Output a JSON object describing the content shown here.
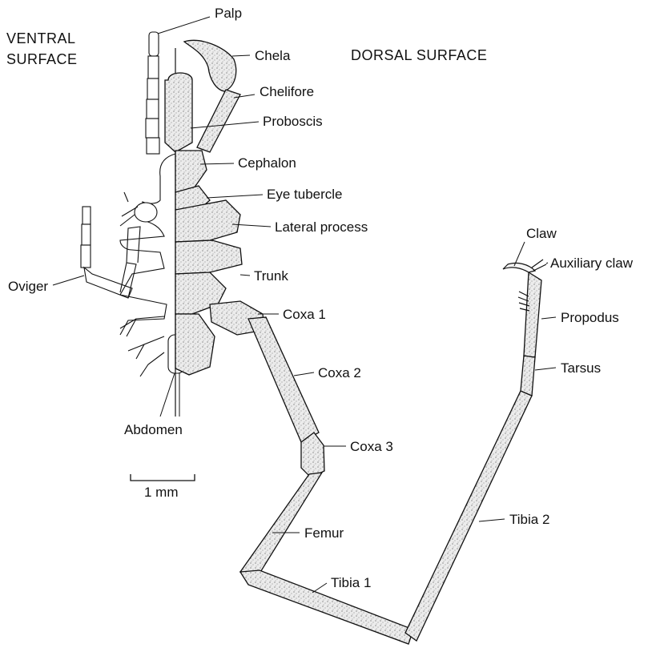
{
  "headings": {
    "ventral_line1": "VENTRAL",
    "ventral_line2": "SURFACE",
    "dorsal": "DORSAL SURFACE"
  },
  "labels": {
    "palp": "Palp",
    "chela": "Chela",
    "chelifore": "Chelifore",
    "proboscis": "Proboscis",
    "cephalon": "Cephalon",
    "eye_tubercle": "Eye tubercle",
    "lateral_process": "Lateral process",
    "trunk": "Trunk",
    "oviger": "Oviger",
    "coxa1": "Coxa 1",
    "coxa2": "Coxa 2",
    "coxa3": "Coxa 3",
    "abdomen": "Abdomen",
    "femur": "Femur",
    "tibia1": "Tibia 1",
    "tibia2": "Tibia 2",
    "tarsus": "Tarsus",
    "propodus": "Propodus",
    "claw": "Claw",
    "auxiliary_claw": "Auxiliary claw"
  },
  "scale_bar": {
    "label": "1 mm"
  }
}
